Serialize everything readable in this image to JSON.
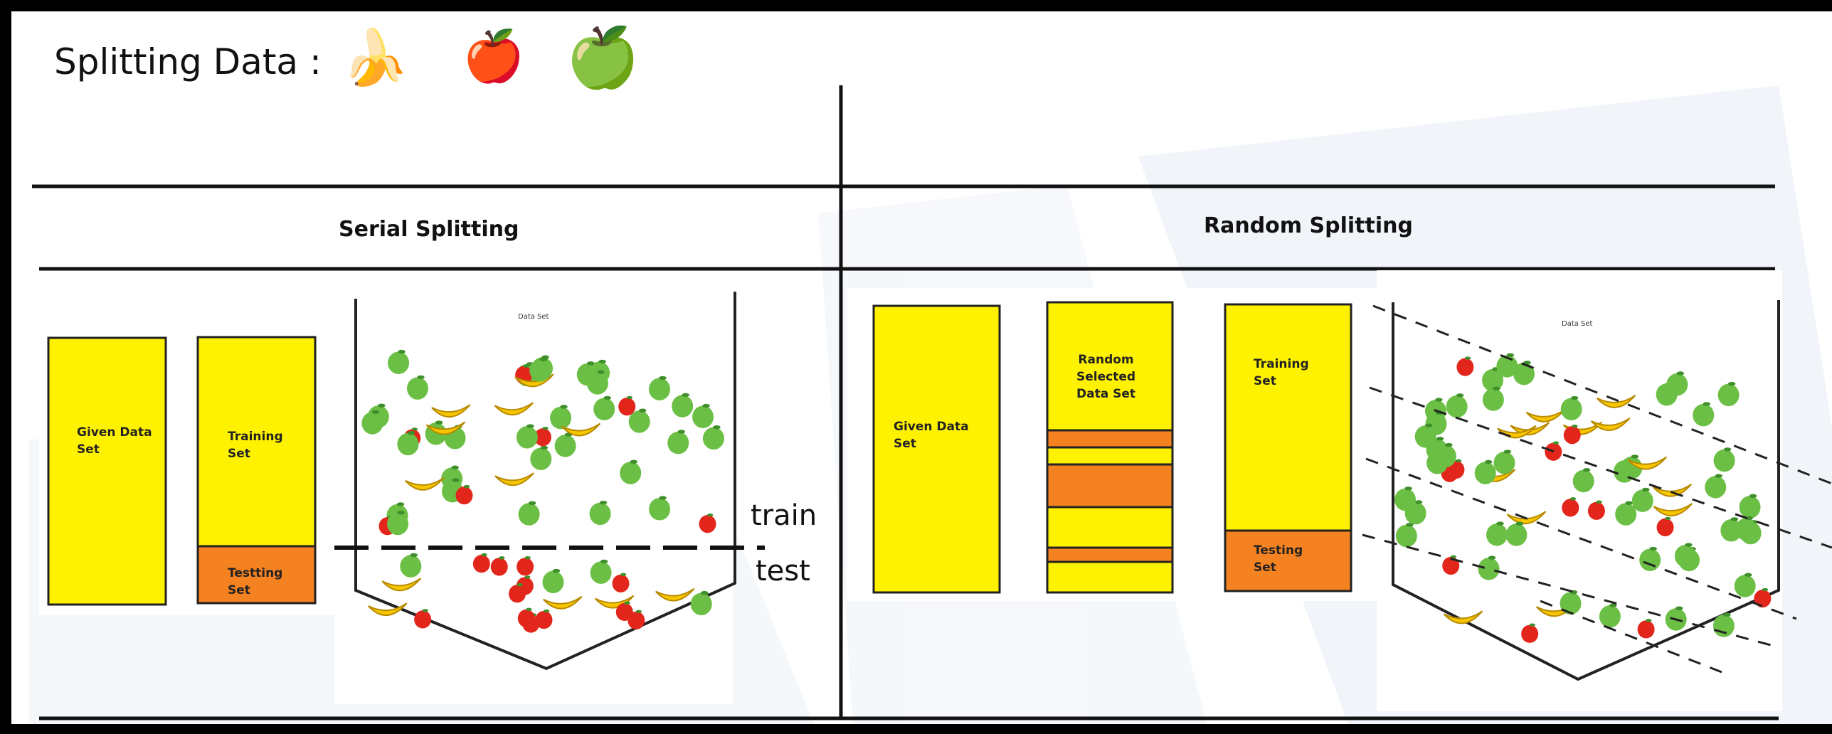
{
  "title": "Splitting Data :",
  "title_icons": [
    {
      "name": "banana-icon",
      "glyph": "🍌"
    },
    {
      "name": "red-apple-icon",
      "glyph": "🍎"
    },
    {
      "name": "green-apple-icon",
      "glyph": "🍏"
    }
  ],
  "serial": {
    "heading": "Serial Splitting",
    "given_label": "Given Data\nSet",
    "training_label": "Training\nSet",
    "testing_label": "Testting\nSet",
    "dataset_label": "Data Set",
    "train_tag": "train",
    "test_tag": "test"
  },
  "random": {
    "heading": "Random Splitting",
    "given_label": "Given Data\nSet",
    "selected_label": "Random\nSelected\nData Set",
    "training_label": "Training\nSet",
    "testing_label": "Testing\nSet",
    "dataset_label": "Data Set"
  },
  "colors": {
    "yellow": "#fff200",
    "orange": "#f58220",
    "apple_green": "#6cbf45",
    "apple_red": "#e3261b",
    "banana": "#f7c600",
    "line": "#111111",
    "watermark": "#e6edf6"
  }
}
